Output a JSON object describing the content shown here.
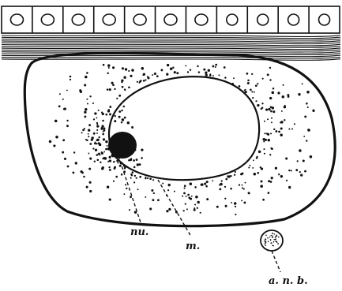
{
  "labels": {
    "nucleus": "nu.",
    "membrane": "m.",
    "accessory_body": "a. n. b."
  },
  "colors": {
    "ink": "#111111",
    "paper": "#ffffff"
  }
}
